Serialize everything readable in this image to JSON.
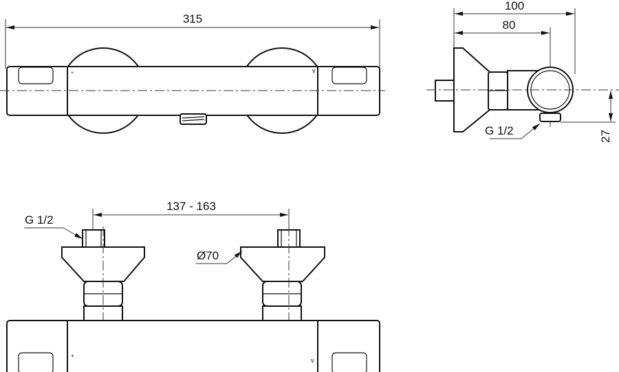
{
  "drawing": {
    "top_view": {
      "overall_length": "315"
    },
    "side_view": {
      "depth_total": "100",
      "depth_axis": "80",
      "outlet_offset": "27",
      "outlet_thread": "G 1/2"
    },
    "bottom_view": {
      "inlet_spacing": "137 - 163",
      "inlet_thread": "G 1/2",
      "flange_diameter": "Ø70"
    }
  }
}
